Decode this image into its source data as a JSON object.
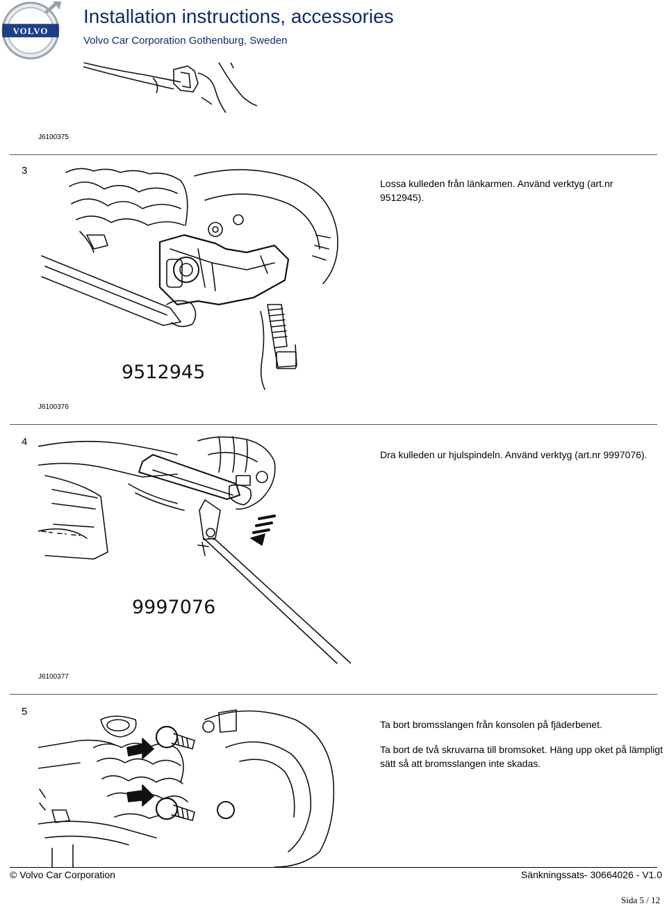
{
  "header": {
    "logo_text": "VOLVO",
    "title": "Installation instructions, accessories",
    "subtitle": "Volvo Car Corporation Gothenburg, Sweden"
  },
  "figures": [
    {
      "code": "J6100375"
    },
    {
      "code": "J6100376",
      "tool_label": "9512945"
    },
    {
      "code": "J6100377",
      "tool_label": "9997076"
    }
  ],
  "steps": [
    {
      "number": "3",
      "lines": [
        "Lossa kulleden från länkarmen. Använd verktyg (art.nr",
        "9512945)."
      ]
    },
    {
      "number": "4",
      "lines": [
        "Dra kulleden ur hjulspindeln. Använd verktyg (art.nr 9997076)."
      ]
    },
    {
      "number": "5",
      "paragraphs": [
        "Ta bort bromsslangen från konsolen på fjäderbenet.",
        "Ta bort de två skruvarna till bromsoket. Häng upp oket på lämpligt",
        "sätt så att bromsslangen inte skadas."
      ]
    }
  ],
  "footer": {
    "left": "© Volvo Car Corporation",
    "right": "Sänkningssats- 30664026 - V1.0",
    "page": "Sida 5 / 12"
  }
}
